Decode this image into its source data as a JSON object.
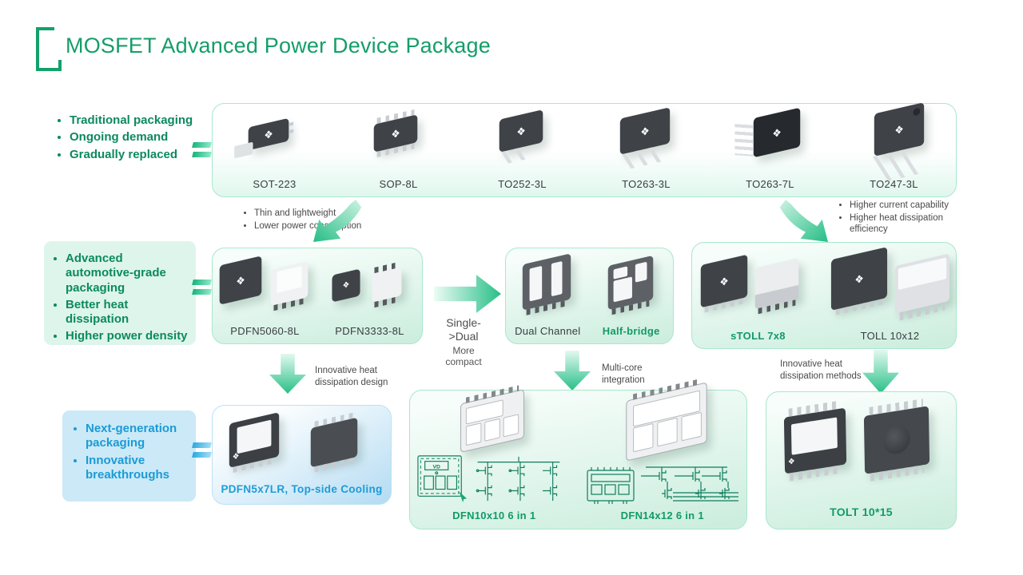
{
  "title": "MOSFET Advanced Power Device Package",
  "stage1": {
    "bullets": [
      "Traditional packaging",
      "Ongoing demand",
      "Gradually replaced"
    ],
    "packages": [
      "SOT-223",
      "SOP-8L",
      "TO252-3L",
      "TO263-3L",
      "TO263-7L",
      "TO247-3L"
    ]
  },
  "notes": {
    "thin": [
      "Thin and lightweight",
      "Lower power consumption"
    ],
    "higher": [
      "Higher current capability",
      "Higher heat dissipation efficiency"
    ],
    "heat_design": "Innovative heat dissipation design",
    "multicore": "Multi-core integration",
    "heat_methods": "Innovative heat dissipation methods",
    "single_dual": "Single->Dual",
    "more_compact": "More compact"
  },
  "stage2": {
    "bullets": [
      "Advanced automotive-grade packaging",
      "Better heat dissipation",
      "Higher power density"
    ],
    "pdfn_labels": [
      "PDFN5060-8L",
      "PDFN3333-8L"
    ],
    "channel_labels": [
      "Dual Channel",
      "Half-bridge"
    ],
    "toll_labels": [
      "sTOLL 7x8",
      "TOLL 10x12"
    ]
  },
  "stage3": {
    "bullets": [
      "Next-generation packaging",
      "Innovative breakthroughs"
    ],
    "pdfn57_label": "PDFN5x7LR, Top-side Cooling",
    "dfn_labels": [
      "DFN10x10 6 in 1",
      "DFN14x12 6 in 1"
    ],
    "dfn_schematic_label": "VD",
    "tolt_label": "TOLT 10*15"
  },
  "colors": {
    "accent_green": "#14a06a",
    "text_green": "#0c8a5e",
    "accent_blue": "#1e9cd7",
    "schematic_green": "#0f7d5c"
  }
}
